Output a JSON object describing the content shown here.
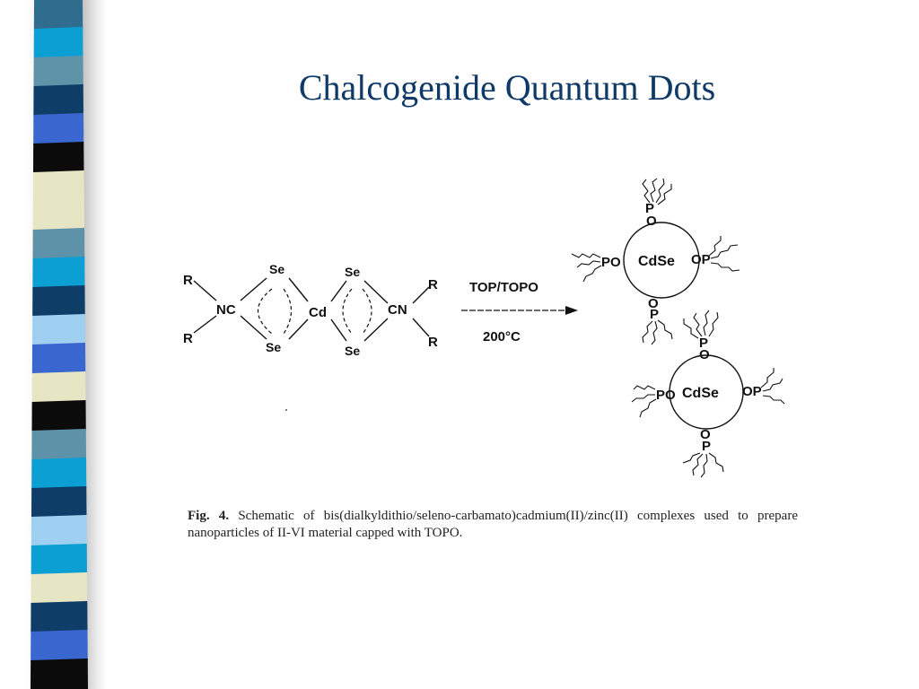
{
  "slide": {
    "title": "Chalcogenide Quantum Dots"
  },
  "left_strip": {
    "colors": [
      "#2f6c8e",
      "#0b9fd4",
      "#5f93a8",
      "#0e3d67",
      "#3a66d0",
      "#0b0b0b",
      "#e6e6c4",
      "#e6e6c4",
      "#5d92a9",
      "#0b9fd4",
      "#0e3d67",
      "#9fd0f2",
      "#3a66d0",
      "#e6e6c4",
      "#0b0b0b",
      "#5d92a9",
      "#0b9fd4",
      "#0e3d67",
      "#9fd0f2",
      "#0b9fd4",
      "#e6e6c4",
      "#0e3d67",
      "#3a66d0",
      "#0b0b0b"
    ]
  },
  "scheme": {
    "labels": {
      "r": "R",
      "nc": "NC",
      "cn": "CN",
      "se": "Se",
      "cd": "Cd",
      "reagent": "TOP/TOPO",
      "temperature": "200°C",
      "core": "CdSe",
      "po": "PO",
      "op": "OP",
      "p": "P",
      "o": "O"
    }
  },
  "caption": {
    "label": "Fig. 4.",
    "text": " Schematic of bis(dialkyldithio/seleno-carbamato)cadmium(II)/zinc(II) complexes used to prepare nanoparticles of II-VI material capped with TOPO."
  }
}
